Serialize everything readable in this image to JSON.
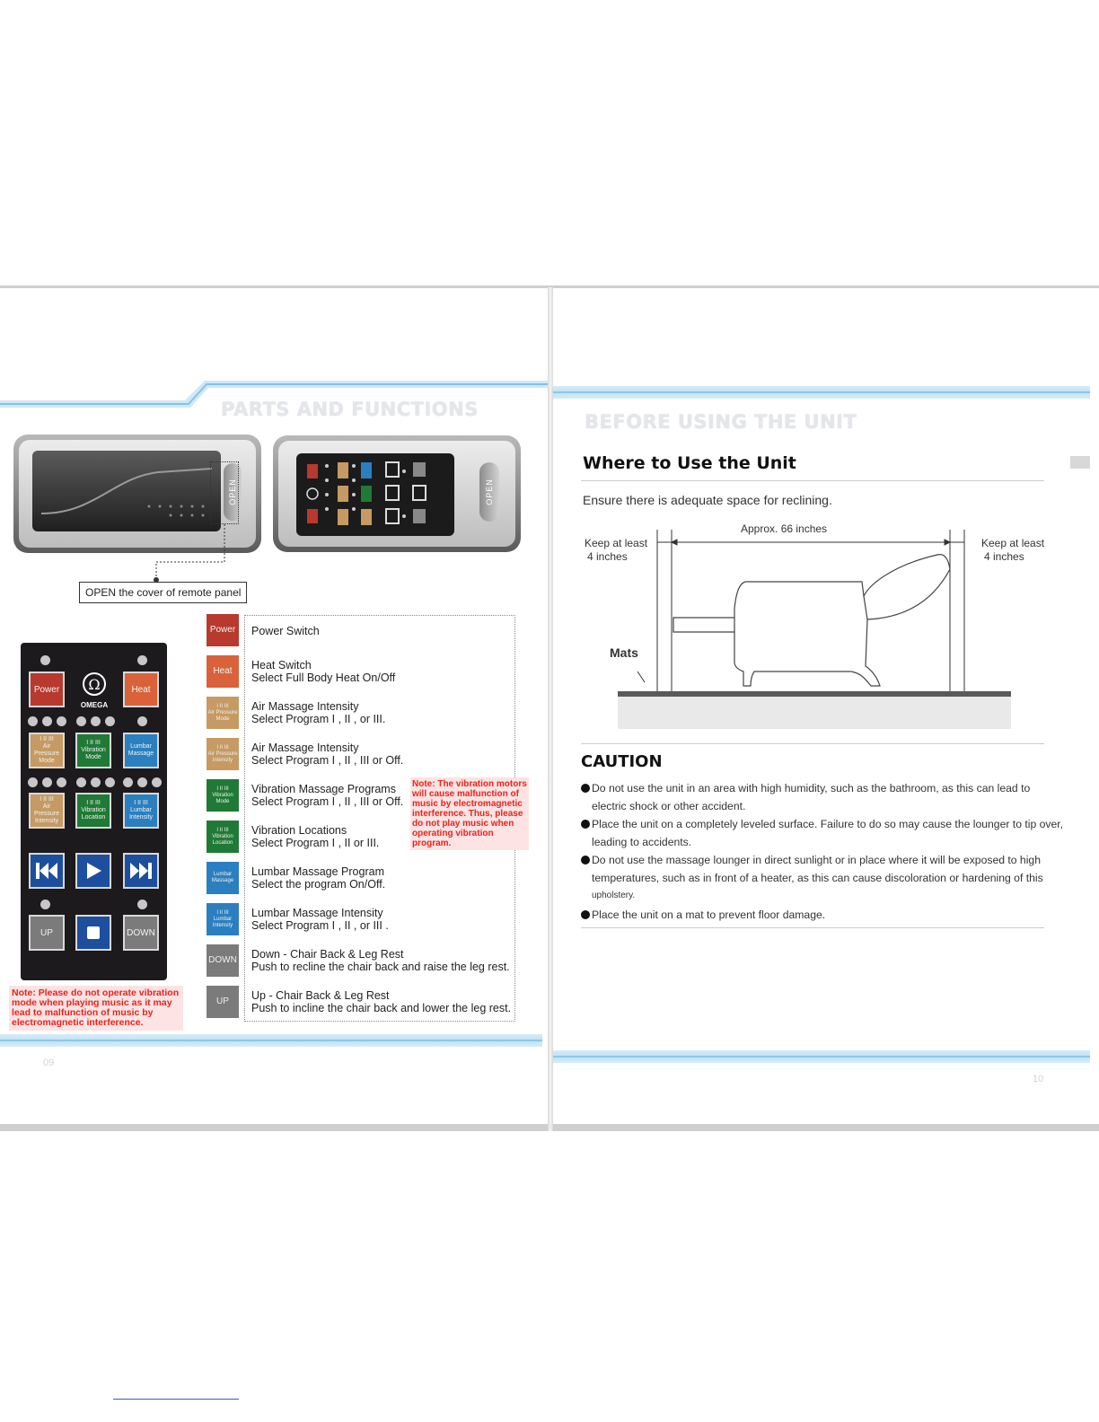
{
  "left_page": {
    "section_title": "PARTS AND FUNCTIONS",
    "page_number": "09",
    "open_tab_label": "OPEN",
    "open_callout": "OPEN the cover of remote panel",
    "remote": {
      "logo_text": "OMEGA",
      "logo_icon": "omega-icon",
      "buttons": [
        {
          "id": "power",
          "label": "Power",
          "color": "#b8392e"
        },
        {
          "id": "heat",
          "label": "Heat",
          "color": "#d9623a"
        },
        {
          "id": "air-pressure-mode",
          "levels": "I  II  III",
          "label": "Air Pressure Mode",
          "color": "#c69a62"
        },
        {
          "id": "vibration-mode",
          "levels": "I  II  III",
          "label": "Vibration Mode",
          "color": "#1f7a35"
        },
        {
          "id": "lumbar-massage",
          "label": "Lumbar Massage",
          "color": "#2a7fc0"
        },
        {
          "id": "air-pressure-intensity",
          "levels": "I  II  III",
          "label": "Air Pressure Intensity",
          "color": "#c69a62"
        },
        {
          "id": "vibration-location",
          "levels": "I  II  III",
          "label": "Vibration Location",
          "color": "#1f7a35"
        },
        {
          "id": "lumbar-intensity",
          "levels": "I  II  III",
          "label": "Lumbar Intensity",
          "color": "#2a7fc0"
        },
        {
          "id": "up",
          "label": "UP",
          "color": "#7b7b7b"
        },
        {
          "id": "down",
          "label": "DOWN",
          "color": "#7b7b7b"
        }
      ],
      "media_icons": [
        "skip-back-icon",
        "play-icon",
        "skip-forward-icon",
        "stop-icon"
      ],
      "accent_blue": "#1d4f9e"
    },
    "legend": [
      {
        "button": "Power",
        "title": "Power Switch",
        "desc": ""
      },
      {
        "button": "Heat",
        "title": "Heat Switch",
        "desc": "Select Full Body Heat On/Off"
      },
      {
        "button_levels": "I  II  III",
        "button": "Air Pressure Mode",
        "title": "Air Massage Intensity",
        "desc": "Select Program  I ,  II , or  III."
      },
      {
        "button_levels": "I  II  III",
        "button": "Air Pressure Intensity",
        "title": "Air Massage Intensity",
        "desc": "Select Program  I ,  II ,  III or Off."
      },
      {
        "button_levels": "I  II  III",
        "button": "Vibration Mode",
        "title": "Vibration Massage Programs",
        "desc": "Select Program I ,  II ,  III or Off."
      },
      {
        "button_levels": "I  II  III",
        "button": "Vibration Location",
        "title": "Vibration Locations",
        "desc": "Select Program  I ,  II or  III."
      },
      {
        "button": "Lumbar Massage",
        "title": "Lumbar Massage Program",
        "desc": "Select the program On/Off."
      },
      {
        "button_levels": "I  II  III",
        "button": "Lumbar Intensity",
        "title": "Lumbar Massage Intensity",
        "desc": "Select Program I ,  II , or  III ."
      },
      {
        "button": "DOWN",
        "title": "Down - Chair Back & Leg Rest",
        "desc": "Push to recline the chair back and raise the leg rest."
      },
      {
        "button": "UP",
        "title": "Up - Chair Back & Leg Rest",
        "desc": "Push to incline  the chair back and lower the leg rest."
      }
    ],
    "vibration_note": "Note: The vibration motors will cause malfunction of music by electromagnetic interference. Thus, please do not play music when operating vibration program.",
    "bottom_note": "Note: Please do not operate vibration mode when playing music as it may lead to malfunction of music by electromagnetic interference."
  },
  "right_page": {
    "section_title": "BEFORE USING THE UNIT",
    "page_number": "10",
    "heading": "Where to Use the Unit",
    "intro": "Ensure there is adequate space for reclining.",
    "diagram": {
      "approx_label": "Approx. 66 inches",
      "keep_left_1": "Keep at least",
      "keep_left_2": "4  inches",
      "keep_right_1": "Keep at least",
      "keep_right_2": "4 inches",
      "mats_label": "Mats"
    },
    "caution_heading": "CAUTION",
    "caution_items": [
      {
        "line1": "Do not use the unit in an area with high humidity, such as the bathroom, as this can lead to",
        "line2": "electric shock or other accident."
      },
      {
        "line1": "Place the unit on a completely leveled surface. Failure to do so may cause the lounger to tip over,",
        "line2": "leading to accidents."
      },
      {
        "line1": "Do not use the massage lounger in direct sunlight or in place where it will be exposed to high",
        "line2": "temperatures, such as in front of a heater, as this can cause discoloration or hardening of this",
        "line3": "upholstery."
      },
      {
        "line1": "Place the unit on a mat to prevent floor damage."
      }
    ]
  }
}
